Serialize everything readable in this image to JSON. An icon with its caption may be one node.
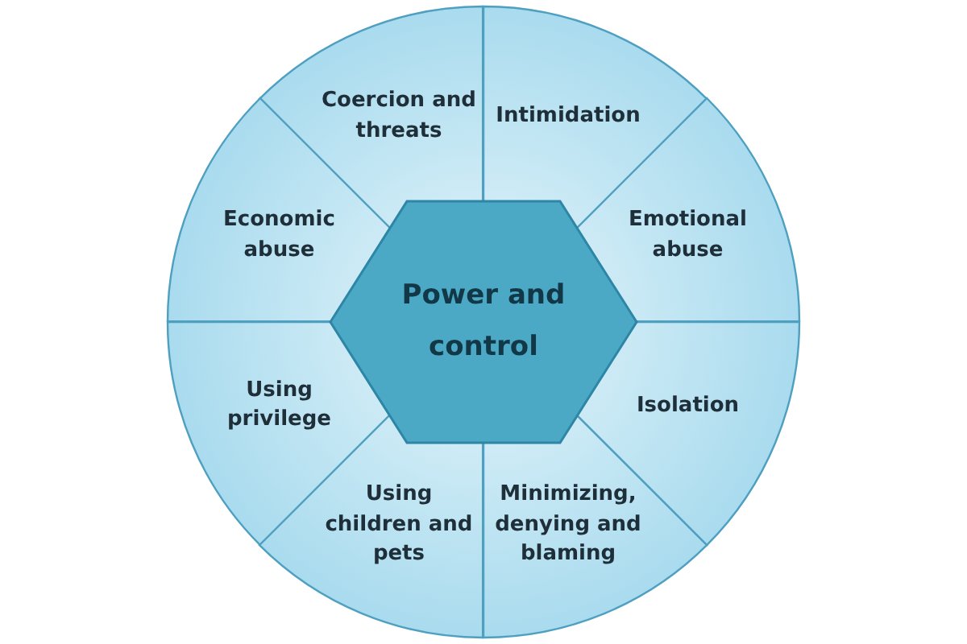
{
  "diagram": {
    "nodes": [
      {
        "text": [
          "Coercion and threats"
        ]
      },
      {
        "text": [
          "Intimidation"
        ]
      },
      {
        "text": [
          "Economic abuse"
        ]
      },
      {
        "text": [
          "Power and control"
        ]
      },
      {
        "text": [
          "Emotional abuse"
        ]
      },
      {
        "text": [
          "Using privilege"
        ]
      },
      {
        "text": [
          "Isolation"
        ]
      },
      {
        "text": [
          "Using children and pets"
        ]
      },
      {
        "text": [
          "Minimizing, denying and blaming"
        ]
      }
    ],
    "edges": []
  }
}
